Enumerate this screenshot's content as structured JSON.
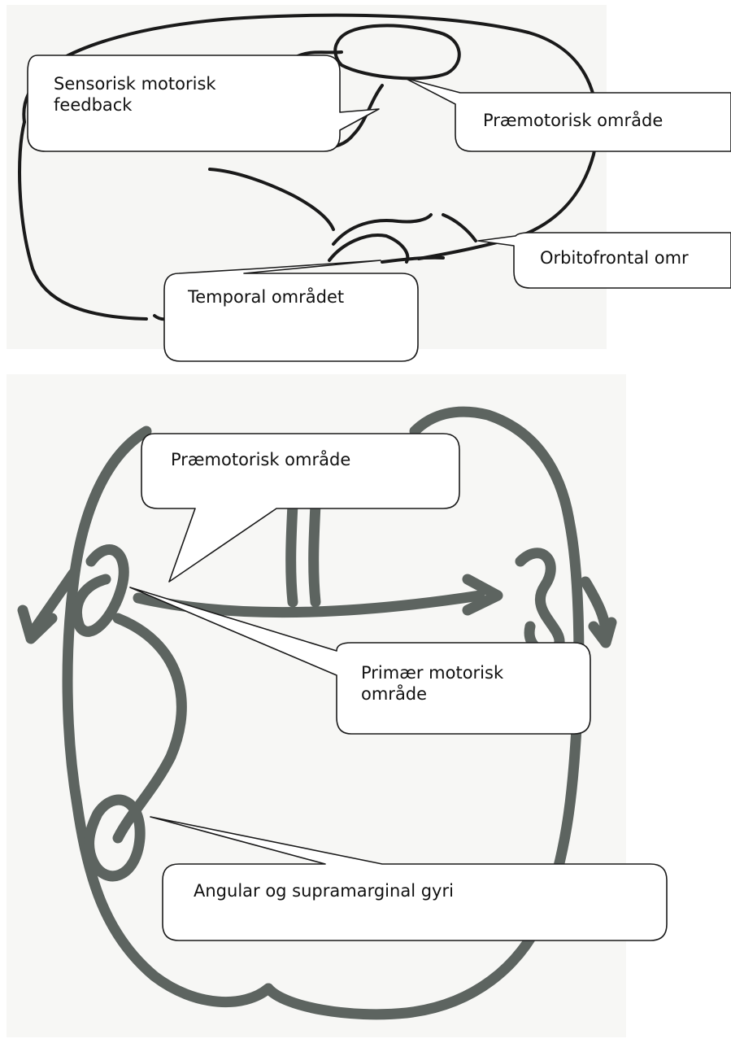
{
  "top_diagram": {
    "callouts": {
      "sensory_feedback": "Sensorisk motorisk feedback",
      "premotor": "Præmotorisk område",
      "orbitofrontal": "Orbitofrontal omr",
      "temporal": "Temporal området"
    }
  },
  "bottom_diagram": {
    "callouts": {
      "premotor": "Præmotorisk område",
      "primary_motor": "Primær motorisk område",
      "angular_supramarginal": "Angular og supramarginal gyri"
    }
  },
  "colors": {
    "stroke": "#1a1a1a",
    "marker": "#5d6460",
    "callout_fill": "#ffffff"
  }
}
